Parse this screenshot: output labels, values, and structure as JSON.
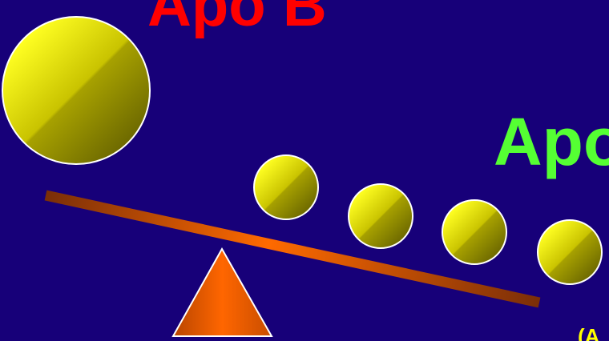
{
  "labels": {
    "big_ball_label": "Apo B",
    "small_balls_label": "Apo",
    "footnote": "(A"
  },
  "colors": {
    "background": "#170079",
    "big_ball_label": "#ff0000",
    "small_balls_label": "#55ff33",
    "footnote": "#ffff00",
    "ball_light": "#ffff22",
    "ball_dark": "#6e6a00",
    "beam_light": "#ff6a00",
    "beam_dark": "#7a2e08",
    "fulcrum": "#ff6600"
  },
  "objects": {
    "big_ball_count": 1,
    "small_ball_count": 4,
    "icon_seesaw": "seesaw-icon"
  }
}
